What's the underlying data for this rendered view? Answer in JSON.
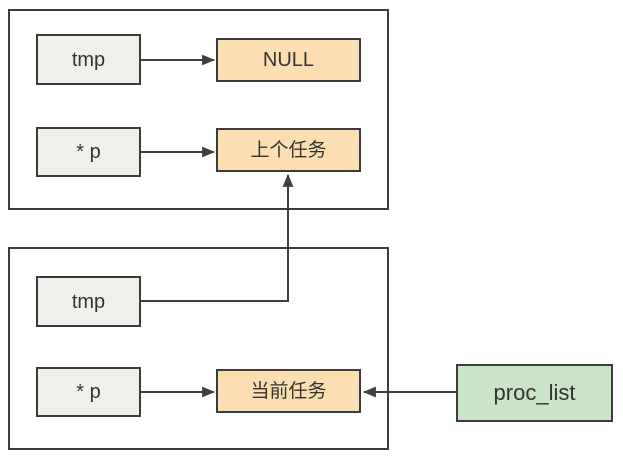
{
  "diagram": {
    "description": "pointer swap diagram",
    "colors": {
      "border_color": "#3c3c3c",
      "arrow_color": "#3f3f3f",
      "gray_fill": "#f0efea",
      "orange_fill": "#fbdfb2",
      "green_fill": "#c9e4c6",
      "text_color": "#333333",
      "bg": "#ffffff"
    },
    "nodes": {
      "tmp_top": {
        "label": "tmp"
      },
      "null_box": {
        "label": "NULL"
      },
      "p_top": {
        "label": "* p"
      },
      "prev_task": {
        "label": "上个任务"
      },
      "tmp_bottom": {
        "label": "tmp"
      },
      "p_bottom": {
        "label": "* p"
      },
      "current_task": {
        "label": "当前任务"
      },
      "proc_list": {
        "label": "proc_list"
      }
    },
    "edges": [
      {
        "from": "tmp",
        "to": "NULL"
      },
      {
        "from": "* p",
        "to": "上个任务"
      },
      {
        "from": "tmp",
        "to": "上个任务"
      },
      {
        "from": "* p",
        "to": "当前任务"
      },
      {
        "from": "proc_list",
        "to": "当前任务"
      }
    ]
  }
}
